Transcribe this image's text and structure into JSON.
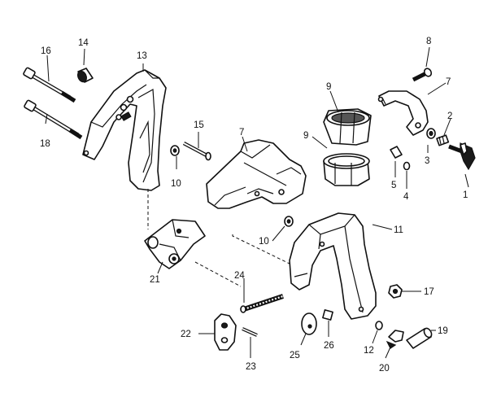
{
  "diagram": {
    "callouts": [
      {
        "id": "c1",
        "text": "1"
      },
      {
        "id": "c2",
        "text": "2"
      },
      {
        "id": "c3",
        "text": "3"
      },
      {
        "id": "c4",
        "text": "4"
      },
      {
        "id": "c5",
        "text": "5"
      },
      {
        "id": "c7a",
        "text": "7"
      },
      {
        "id": "c7b",
        "text": "7"
      },
      {
        "id": "c8",
        "text": "8"
      },
      {
        "id": "c9a",
        "text": "9"
      },
      {
        "id": "c9b",
        "text": "9"
      },
      {
        "id": "c10a",
        "text": "10"
      },
      {
        "id": "c10b",
        "text": "10"
      },
      {
        "id": "c11",
        "text": "11"
      },
      {
        "id": "c12",
        "text": "12"
      },
      {
        "id": "c13",
        "text": "13"
      },
      {
        "id": "c14",
        "text": "14"
      },
      {
        "id": "c15",
        "text": "15"
      },
      {
        "id": "c16",
        "text": "16"
      },
      {
        "id": "c17",
        "text": "17"
      },
      {
        "id": "c18",
        "text": "18"
      },
      {
        "id": "c19",
        "text": "19"
      },
      {
        "id": "c20",
        "text": "20"
      },
      {
        "id": "c21",
        "text": "21"
      },
      {
        "id": "c22",
        "text": "22"
      },
      {
        "id": "c23",
        "text": "23"
      },
      {
        "id": "c24",
        "text": "24"
      },
      {
        "id": "c25",
        "text": "25"
      },
      {
        "id": "c26",
        "text": "26"
      }
    ]
  }
}
